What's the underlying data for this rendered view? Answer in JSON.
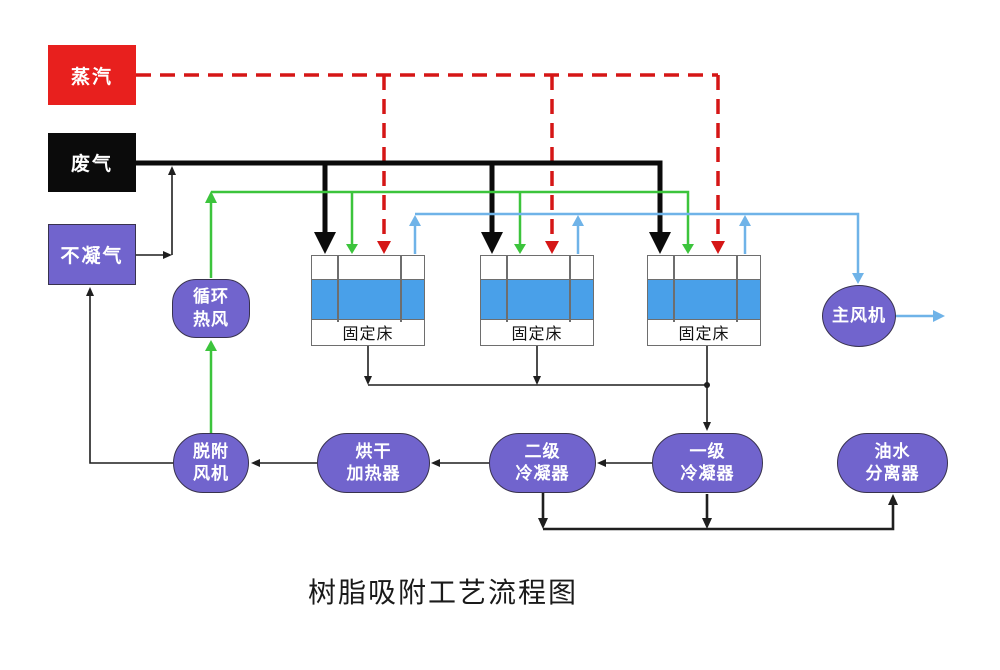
{
  "title": "树脂吸附工艺流程图",
  "colors": {
    "steam_red": "#e8201e",
    "dashed_red": "#d51616",
    "waste_black": "#0b0b0b",
    "purple": "#7164cd",
    "green": "#3cc43c",
    "light_blue": "#6fb3e8",
    "bed_blue": "#49a0e9"
  },
  "sources": {
    "steam": {
      "label": "蒸汽"
    },
    "waste_gas": {
      "label": "废气"
    },
    "non_condensable_gas": {
      "label": "不凝气"
    }
  },
  "units": {
    "circulating_hot_air": {
      "line1": "循环",
      "line2": "热风"
    },
    "fixed_beds": [
      {
        "label": "固定床"
      },
      {
        "label": "固定床"
      },
      {
        "label": "固定床"
      }
    ],
    "main_fan": {
      "label": "主风机"
    },
    "desorption_fan": {
      "line1": "脱附",
      "line2": "风机"
    },
    "drying_heater": {
      "line1": "烘干",
      "line2": "加热器"
    },
    "secondary_condenser": {
      "line1": "二级",
      "line2": "冷凝器"
    },
    "primary_condenser": {
      "line1": "一级",
      "line2": "冷凝器"
    },
    "oil_water_separator": {
      "line1": "油水",
      "line2": "分离器"
    }
  }
}
